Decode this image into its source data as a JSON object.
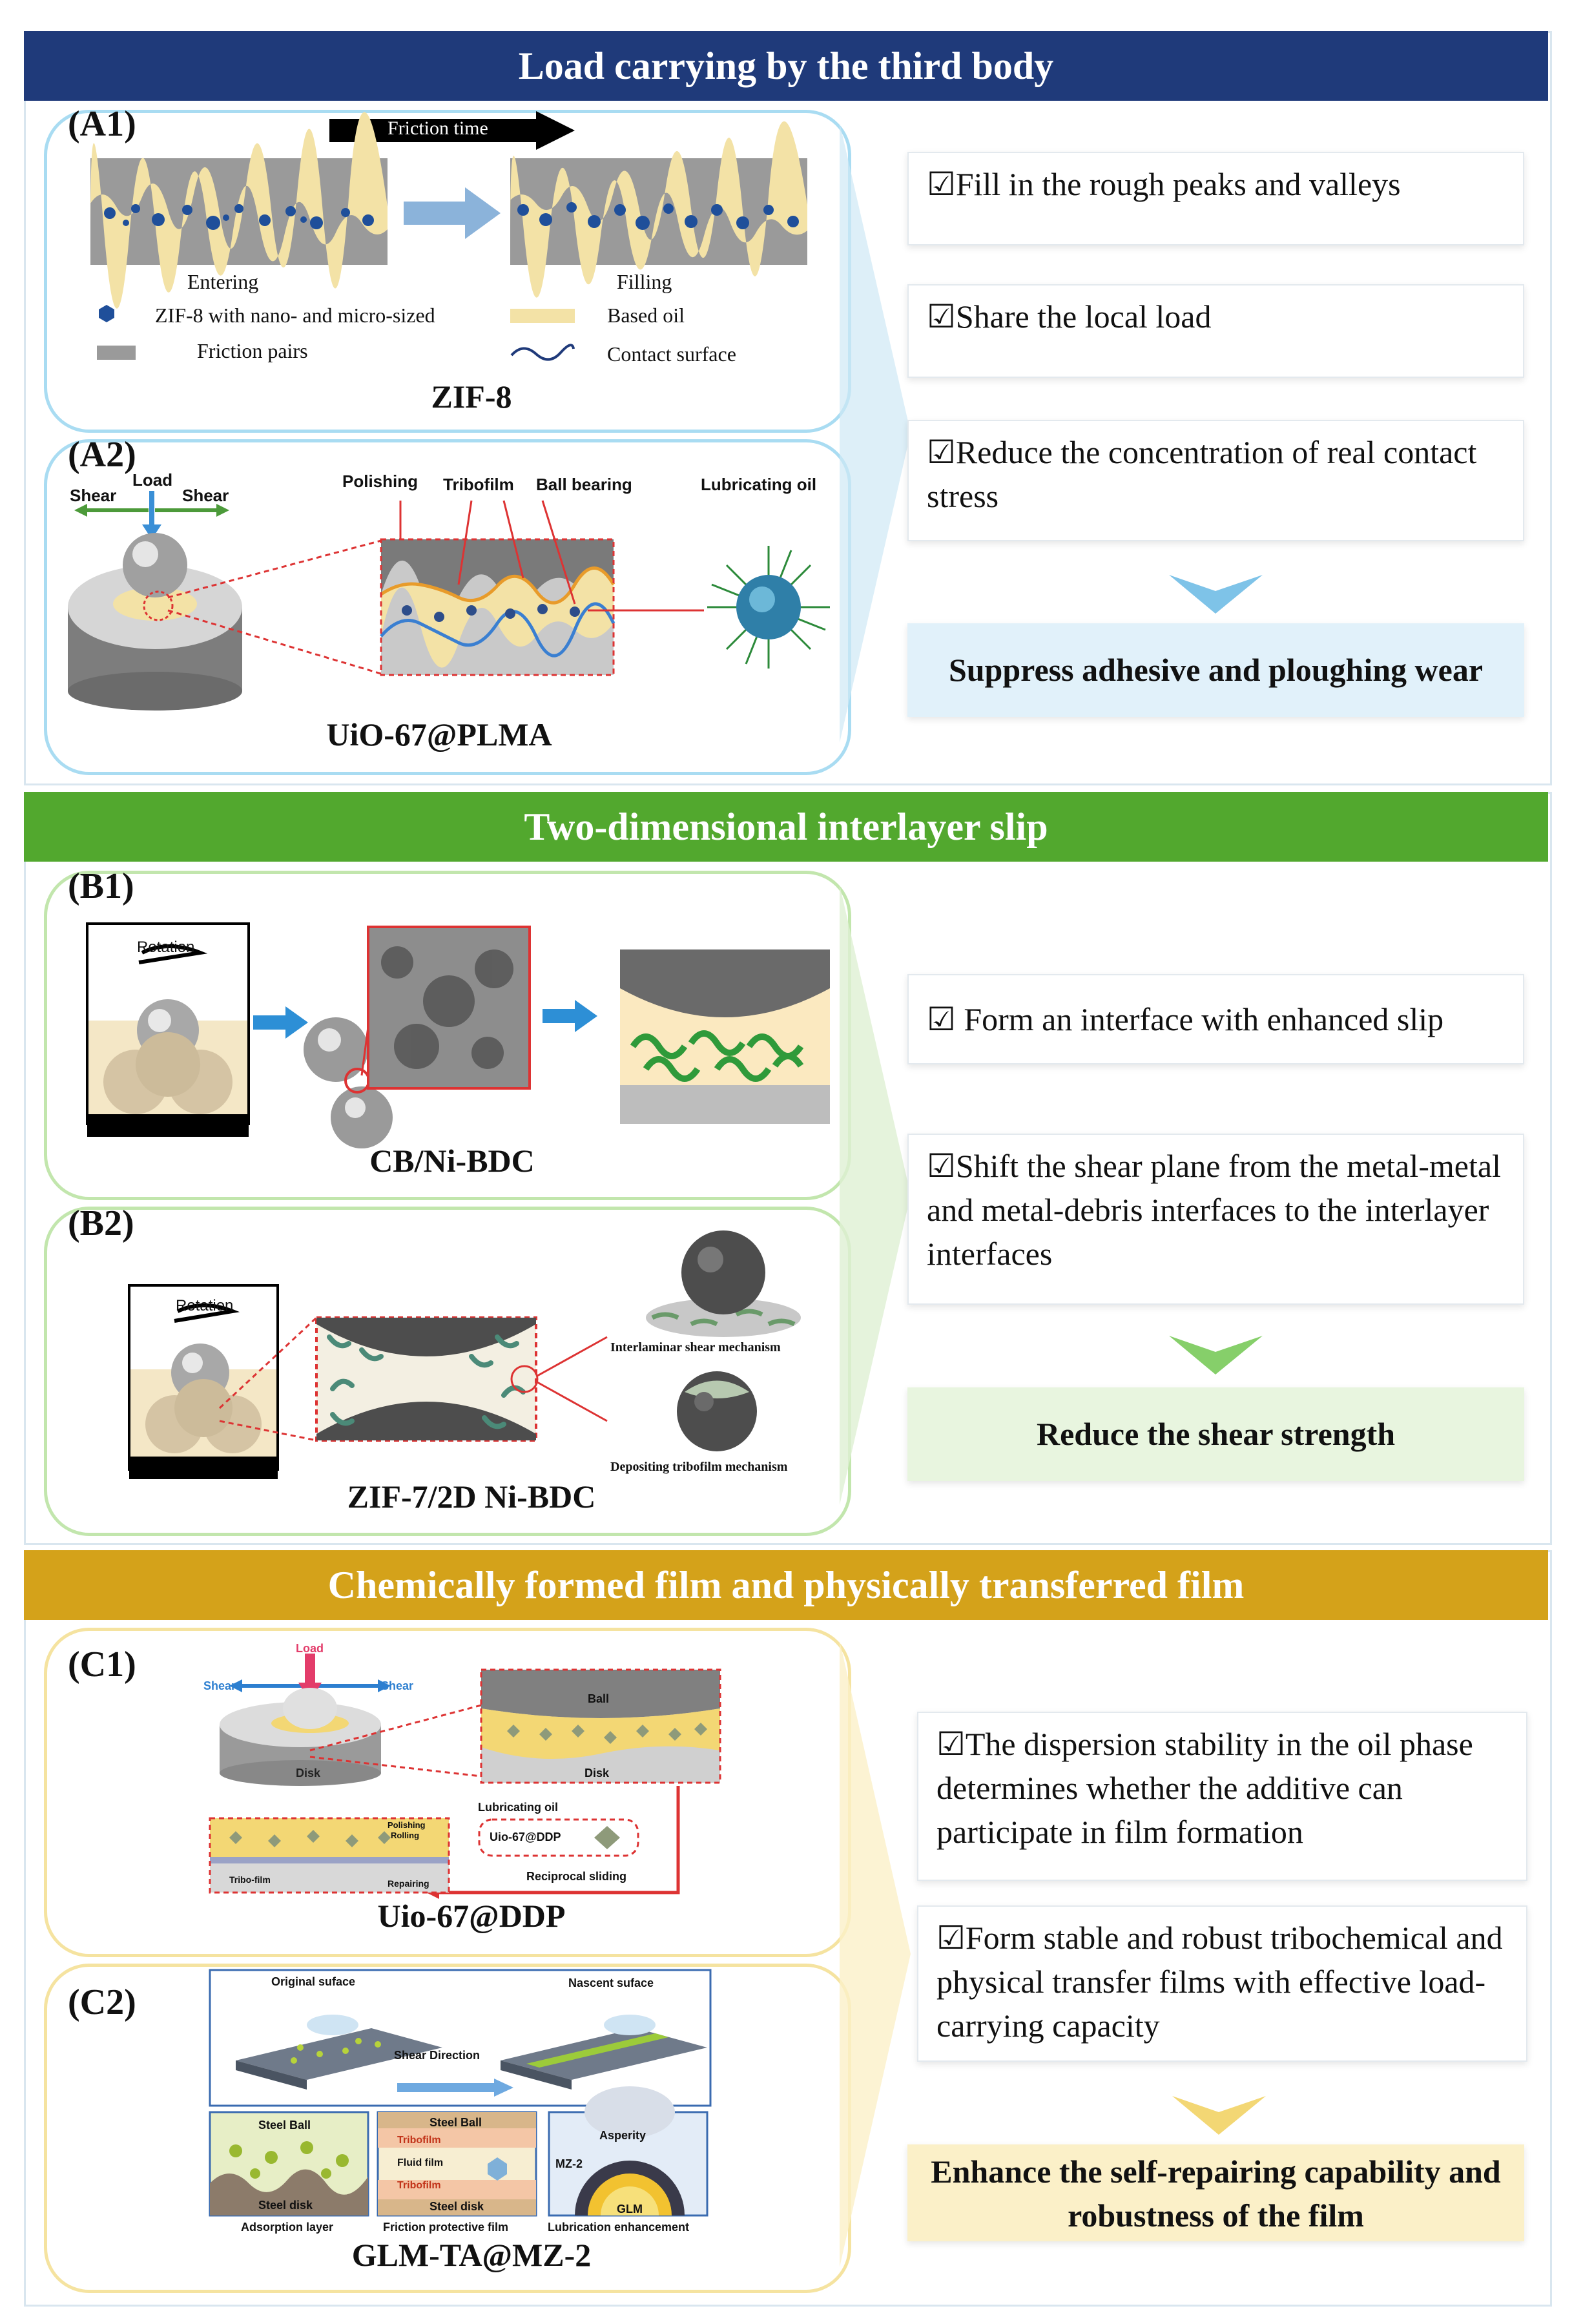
{
  "sections": {
    "a": {
      "header": "Load carrying by the third body",
      "color": "#1f3a7a",
      "panel_a1": {
        "label": "(A1)",
        "arrow_label": "Friction time",
        "entering": "Entering",
        "filling": "Filling",
        "legend_zif": "ZIF-8 with nano- and micro-sized",
        "legend_oil": "Based oil",
        "legend_pairs": "Friction pairs",
        "legend_contact": "Contact surface",
        "title": "ZIF-8"
      },
      "panel_a2": {
        "label": "(A2)",
        "load": "Load",
        "shear_left": "Shear",
        "shear_right": "Shear",
        "polishing": "Polishing",
        "tribofilm": "Tribofilm",
        "ball_bearing": "Ball bearing",
        "lubricating_oil": "Lubricating oil",
        "title": "UiO-67@PLMA"
      },
      "boxes": [
        "☑Fill in the rough peaks and valleys",
        "☑Share the local load",
        "☑Reduce the concentration of real contact stress"
      ],
      "result": "Suppress adhesive and ploughing wear"
    },
    "b": {
      "header": "Two-dimensional interlayer slip",
      "color": "#52a82e",
      "panel_b1": {
        "label": "(B1)",
        "rotation": "Rotation",
        "title": "CB/Ni-BDC"
      },
      "panel_b2": {
        "label": "(B2)",
        "rotation": "Rotation",
        "interlaminar": "Interlaminar shear mechanism",
        "depositing": "Depositing tribofilm mechanism",
        "title": "ZIF-7/2D Ni-BDC"
      },
      "boxes": [
        "☑ Form an interface with enhanced slip",
        "☑Shift the shear plane from the metal-metal and metal-debris interfaces to the interlayer interfaces"
      ],
      "result": "Reduce the shear strength"
    },
    "c": {
      "header": "Chemically formed film and physically transferred film",
      "color": "#d4a21a",
      "panel_c1": {
        "label": "(C1)",
        "load": "Load",
        "shear_left": "Shear",
        "shear_right": "Shear",
        "disk": "Disk",
        "ball": "Ball",
        "disk2": "Disk",
        "lubricating_oil": "Lubricating oil",
        "uio_ddp": "Uio-67@DDP",
        "polishing": "Polishing",
        "rolling": "Rolling",
        "tribo_film": "Tribo-film",
        "repairing": "Repairing",
        "reciprocal": "Reciprocal sliding",
        "title": "Uio-67@DDP"
      },
      "panel_c2": {
        "label": "(C2)",
        "original": "Original suface",
        "nascent": "Nascent suface",
        "shear_direction": "Shear Direction",
        "steel_ball_1": "Steel Ball",
        "steel_disk_1": "Steel disk",
        "steel_ball_2": "Steel Ball",
        "tribofilm_1": "Tribofilm",
        "fluid_film": "Fluid film",
        "tribofilm_2": "Tribofilm",
        "steel_disk_2": "Steel disk",
        "asperity": "Asperity",
        "mz2": "MZ-2",
        "glm": "GLM",
        "cap_adsorption": "Adsorption layer",
        "cap_friction": "Friction protective film",
        "cap_lubrication": "Lubrication enhancement",
        "title": "GLM-TA@MZ-2"
      },
      "boxes": [
        "☑The dispersion stability in the oil phase determines whether the additive can participate in film formation",
        "☑Form stable and robust tribochemical and physical transfer films with effective load-carrying capacity"
      ],
      "result": "Enhance the self-repairing capability and robustness of the film"
    }
  }
}
